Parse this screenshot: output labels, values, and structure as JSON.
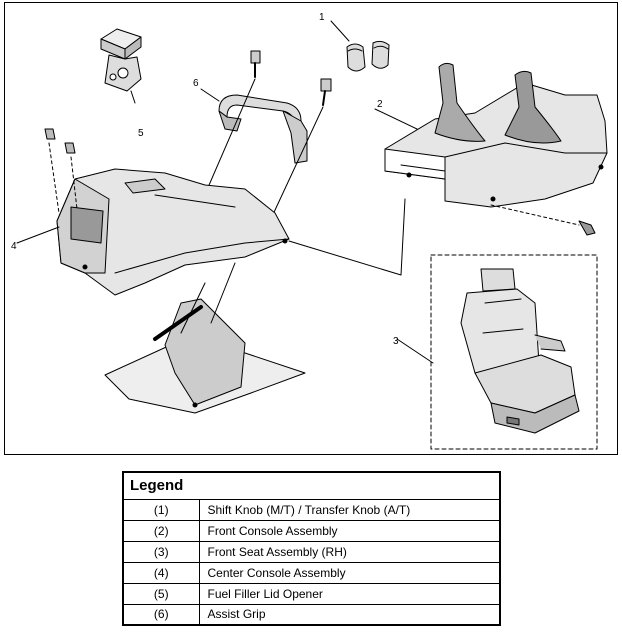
{
  "callouts": [
    {
      "n": "1"
    },
    {
      "n": "2"
    },
    {
      "n": "3"
    },
    {
      "n": "4"
    },
    {
      "n": "5"
    },
    {
      "n": "6"
    }
  ],
  "legend": {
    "title": "Legend",
    "rows": [
      {
        "num": "(1)",
        "desc": "Shift Knob (M/T) / Transfer Knob (A/T)"
      },
      {
        "num": "(2)",
        "desc": "Front Console Assembly"
      },
      {
        "num": "(3)",
        "desc": "Front Seat Assembly (RH)"
      },
      {
        "num": "(4)",
        "desc": "Center Console Assembly"
      },
      {
        "num": "(5)",
        "desc": "Fuel Filler Lid Opener"
      },
      {
        "num": "(6)",
        "desc": "Assist Grip"
      }
    ]
  }
}
